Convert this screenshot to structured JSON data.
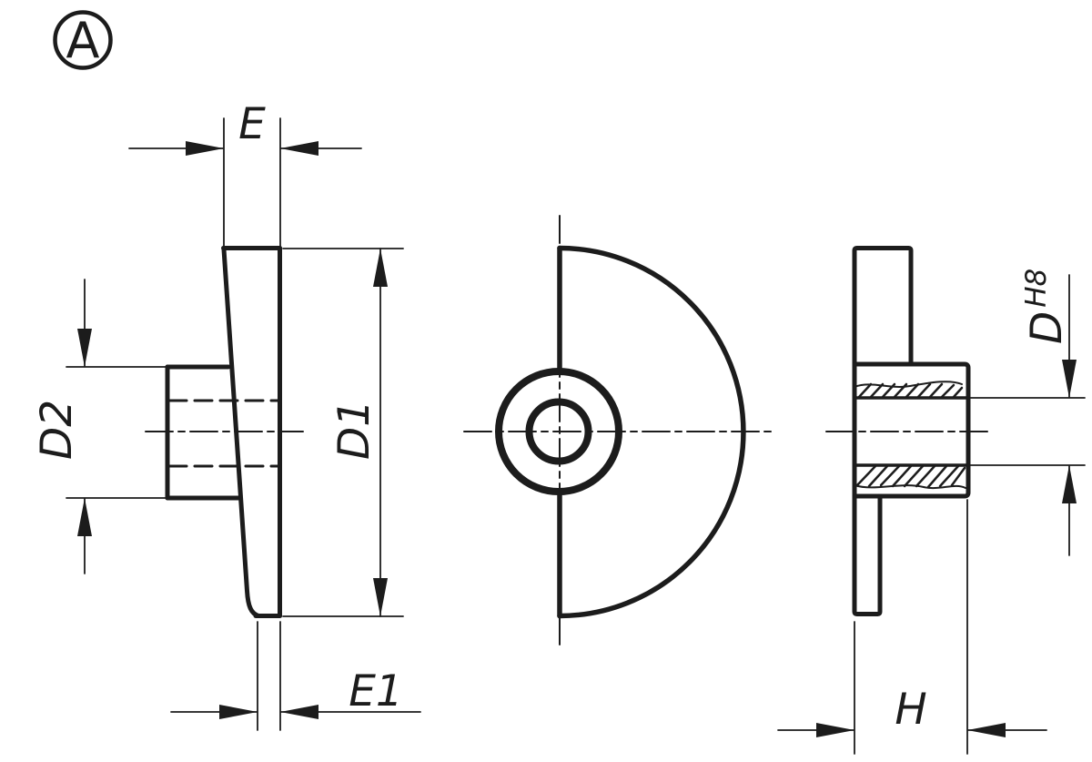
{
  "drawing": {
    "view_label": "A",
    "dim_labels": {
      "e": "E",
      "d2": "D2",
      "d1": "D1",
      "e1": "E1",
      "d": "D",
      "d_tolerance": "H8",
      "h": "H"
    },
    "colors": {
      "ink": "#1c1c1c",
      "background": "#ffffff"
    }
  }
}
